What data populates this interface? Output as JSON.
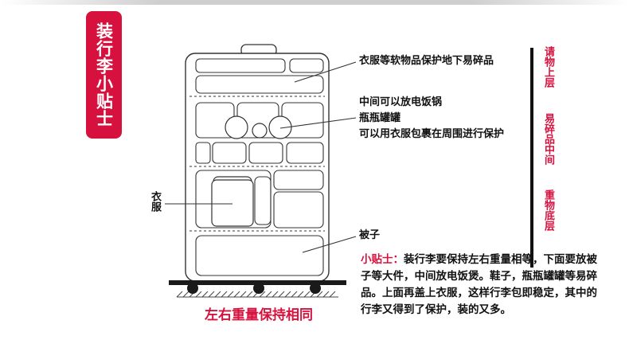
{
  "title": "装行李小贴士",
  "labels": {
    "clothes_top": "衣服等软物品保护地下易碎品",
    "middle_line1": "中间可以放电饭锅",
    "middle_line2": "瓶瓶罐罐",
    "middle_line3": "可以用衣服包裹在周围进行保护",
    "clothes_left": "衣服",
    "quilt": "被子"
  },
  "legend": {
    "top": "请物上层",
    "middle": "易碎品中间",
    "bottom": "重物底层"
  },
  "caption": "左右重量保持相同",
  "tip": {
    "title": "小贴士：",
    "body": "装行李要保持左右重量相等，下面要放被子等大件，中间放电饭煲。鞋子，瓶瓶罐罐等易碎品。上面再盖上衣服，这样行李包即稳定，其中的行李又得到了保护，装的又多。"
  },
  "colors": {
    "accent": "#d7113d",
    "line": "#333333",
    "bar": "#111111"
  }
}
